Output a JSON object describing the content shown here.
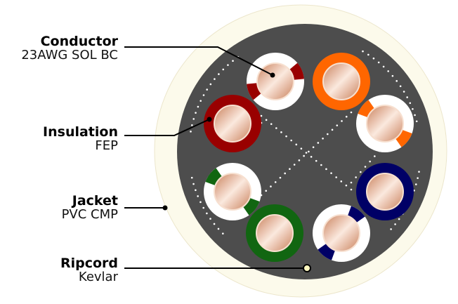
{
  "labels": {
    "conductor": {
      "name": "Conductor",
      "spec": "23AWG SOL BC"
    },
    "insulation": {
      "name": "Insulation",
      "spec": "FEP"
    },
    "jacket": {
      "name": "Jacket",
      "spec": "PVC CMP"
    },
    "ripcord": {
      "name": "Ripcord",
      "spec": "Kevlar"
    }
  },
  "colors": {
    "jacket": "#fcfaeb",
    "filler": "#4d4d4d",
    "copper_light": "#fbe2d4",
    "copper_dark": "#c97f5a",
    "white": "#ffffff",
    "brown": "#990000",
    "orange": "#ff6600",
    "blue": "#000066",
    "green": "#116611"
  },
  "pairs": [
    {
      "name": "Brown",
      "solid_color": "brown",
      "stripe_color": "brown"
    },
    {
      "name": "Orange",
      "solid_color": "orange",
      "stripe_color": "orange"
    },
    {
      "name": "Blue",
      "solid_color": "blue",
      "stripe_color": "blue"
    },
    {
      "name": "Green",
      "solid_color": "green",
      "stripe_color": "green"
    }
  ]
}
